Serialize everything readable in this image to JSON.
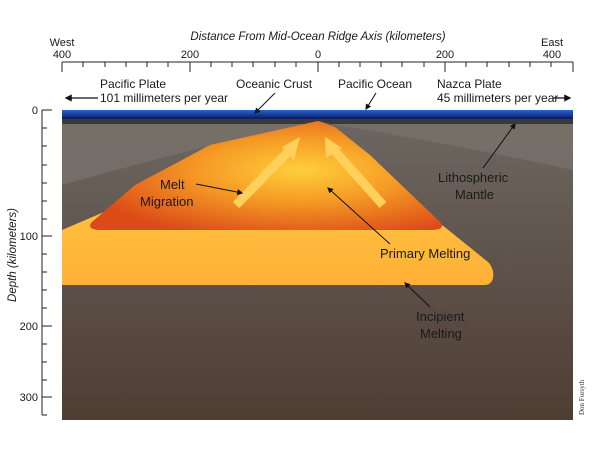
{
  "top_axis": {
    "title": "Distance From Mid-Ocean Ridge Axis (kilometers)",
    "west": "West",
    "east": "East",
    "ticks": [
      "400",
      "200",
      "0",
      "200",
      "400"
    ]
  },
  "left_axis": {
    "title": "Depth (kilometers)",
    "ticks": [
      "0",
      "100",
      "200",
      "300"
    ]
  },
  "plates": {
    "pacific_name": "Pacific Plate",
    "pacific_rate": "101 millimeters per year",
    "nazca_name": "Nazca Plate",
    "nazca_rate": "45 millimeters per year"
  },
  "labels": {
    "oceanic_crust": "Oceanic Crust",
    "pacific_ocean": "Pacific Ocean",
    "melt_line1": "Melt",
    "melt_line2": "Migration",
    "litho_line1": "Lithospheric",
    "litho_line2": "Mantle",
    "primary_melting": "Primary Melting",
    "incipient_line1": "Incipient",
    "incipient_line2": "Melting",
    "credit": "Don Forsyth"
  },
  "colors": {
    "ocean": "#0a2f8a",
    "lithosphere": "#6f6a66",
    "deep_mantle": "#5a4a40",
    "incipient_melt": "#ffb940",
    "primary_melt": "#e0521a"
  }
}
